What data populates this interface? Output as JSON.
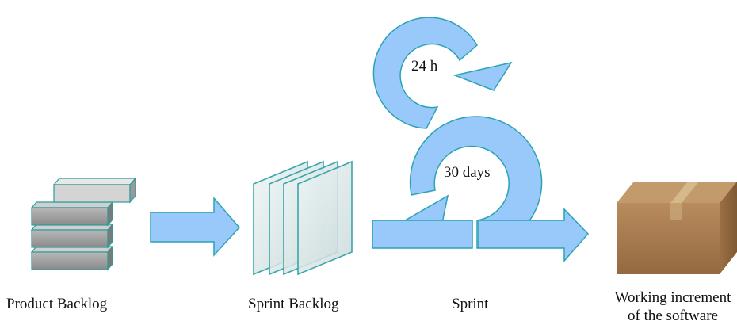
{
  "stages": {
    "product_backlog": "Product Backlog",
    "sprint_backlog": "Sprint Backlog",
    "sprint": "Sprint",
    "increment_line1": "Working increment",
    "increment_line2": "of the software"
  },
  "cycles": {
    "daily": "24 h",
    "sprint": "30 days"
  },
  "colors": {
    "arrow_fill": "#99c9fb",
    "arrow_stroke": "#2aa3b5",
    "block_fill": "#9c9c9c",
    "pane_stroke": "#3aa6a8",
    "box_fill": "#a77a4e"
  }
}
